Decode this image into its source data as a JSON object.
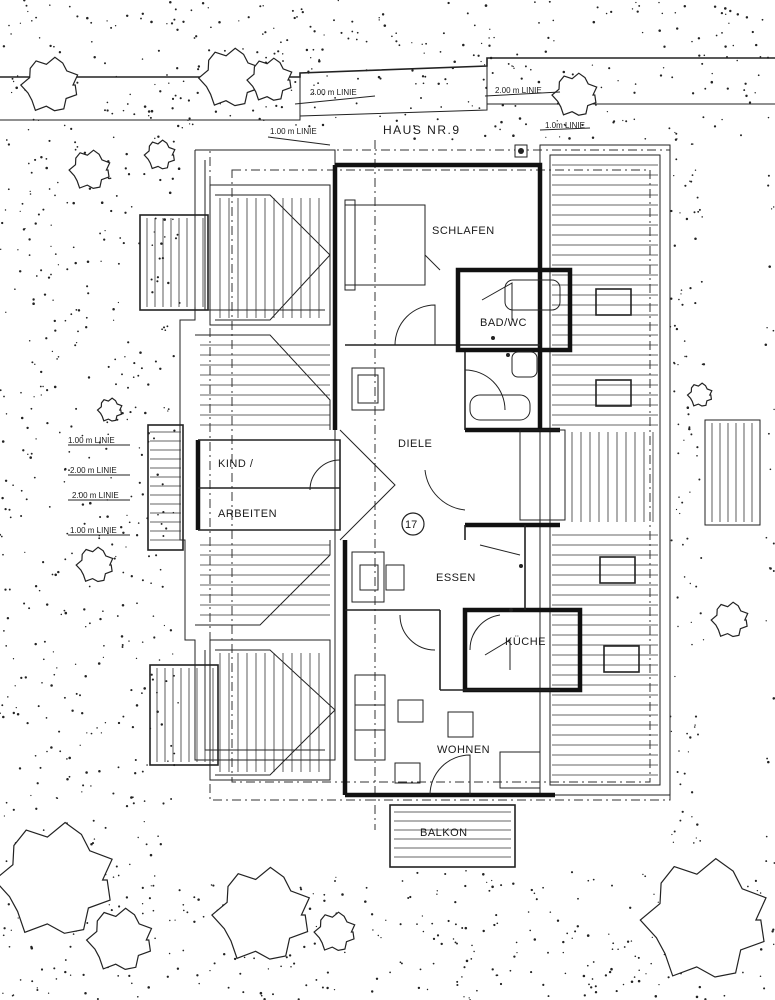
{
  "plan": {
    "house_label": "HAUS NR.9",
    "house_number": "17",
    "rooms": {
      "schlafen": "SCHLAFEN",
      "bad_wc": "BAD/WC",
      "diele": "DIELE",
      "kind": "KIND /",
      "arbeiten": "ARBEITEN",
      "essen": "ESSEN",
      "kueche": "KÜCHE",
      "wohnen": "WOHNEN",
      "balkon": "BALKON"
    },
    "distance_lines": {
      "top_left": "2.00 m LINIE",
      "top_right": "2.00 m LINIE",
      "top_inner_left": "1.00 m LINIE",
      "top_inner_right": "1.0m LINIE",
      "side_1": "1.00 m LINIE",
      "side_2": "2.00 m LINIE",
      "side_3": "2.00 m LINIE",
      "side_4": "1.00 m LINIE"
    }
  }
}
